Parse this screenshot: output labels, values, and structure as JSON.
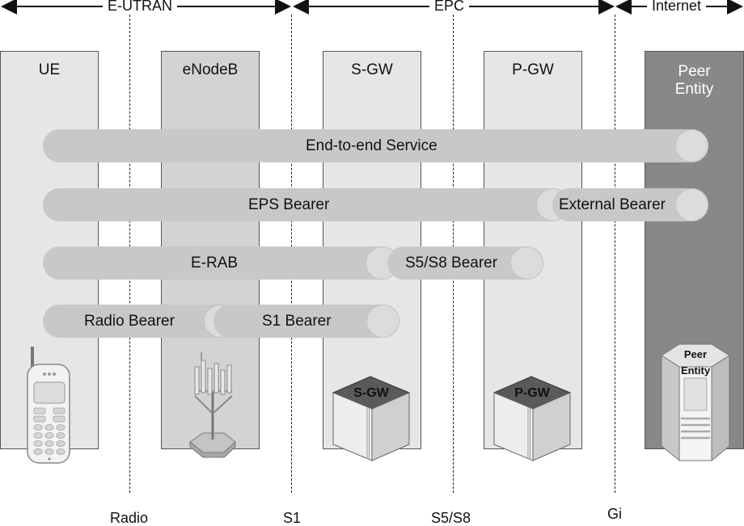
{
  "regions": {
    "eutran": "E-UTRAN",
    "epc": "EPC",
    "internet": "Internet"
  },
  "columns": {
    "ue": "UE",
    "enodeb": "eNodeB",
    "sgw": "S-GW",
    "pgw": "P-GW",
    "peer_line1": "Peer",
    "peer_line2": "Entity"
  },
  "bearers": {
    "end_to_end": "End-to-end Service",
    "eps": "EPS Bearer",
    "external": "External Bearer",
    "erab": "E-RAB",
    "s5s8": "S5/S8 Bearer",
    "radio": "Radio Bearer",
    "s1": "S1 Bearer"
  },
  "devices": {
    "sgw_box": "S-GW",
    "pgw_box": "P-GW",
    "peer_box_line1": "Peer",
    "peer_box_line2": "Entity"
  },
  "interfaces": {
    "radio": "Radio",
    "s1": "S1",
    "s5s8": "S5/S8",
    "gi": "Gi"
  }
}
